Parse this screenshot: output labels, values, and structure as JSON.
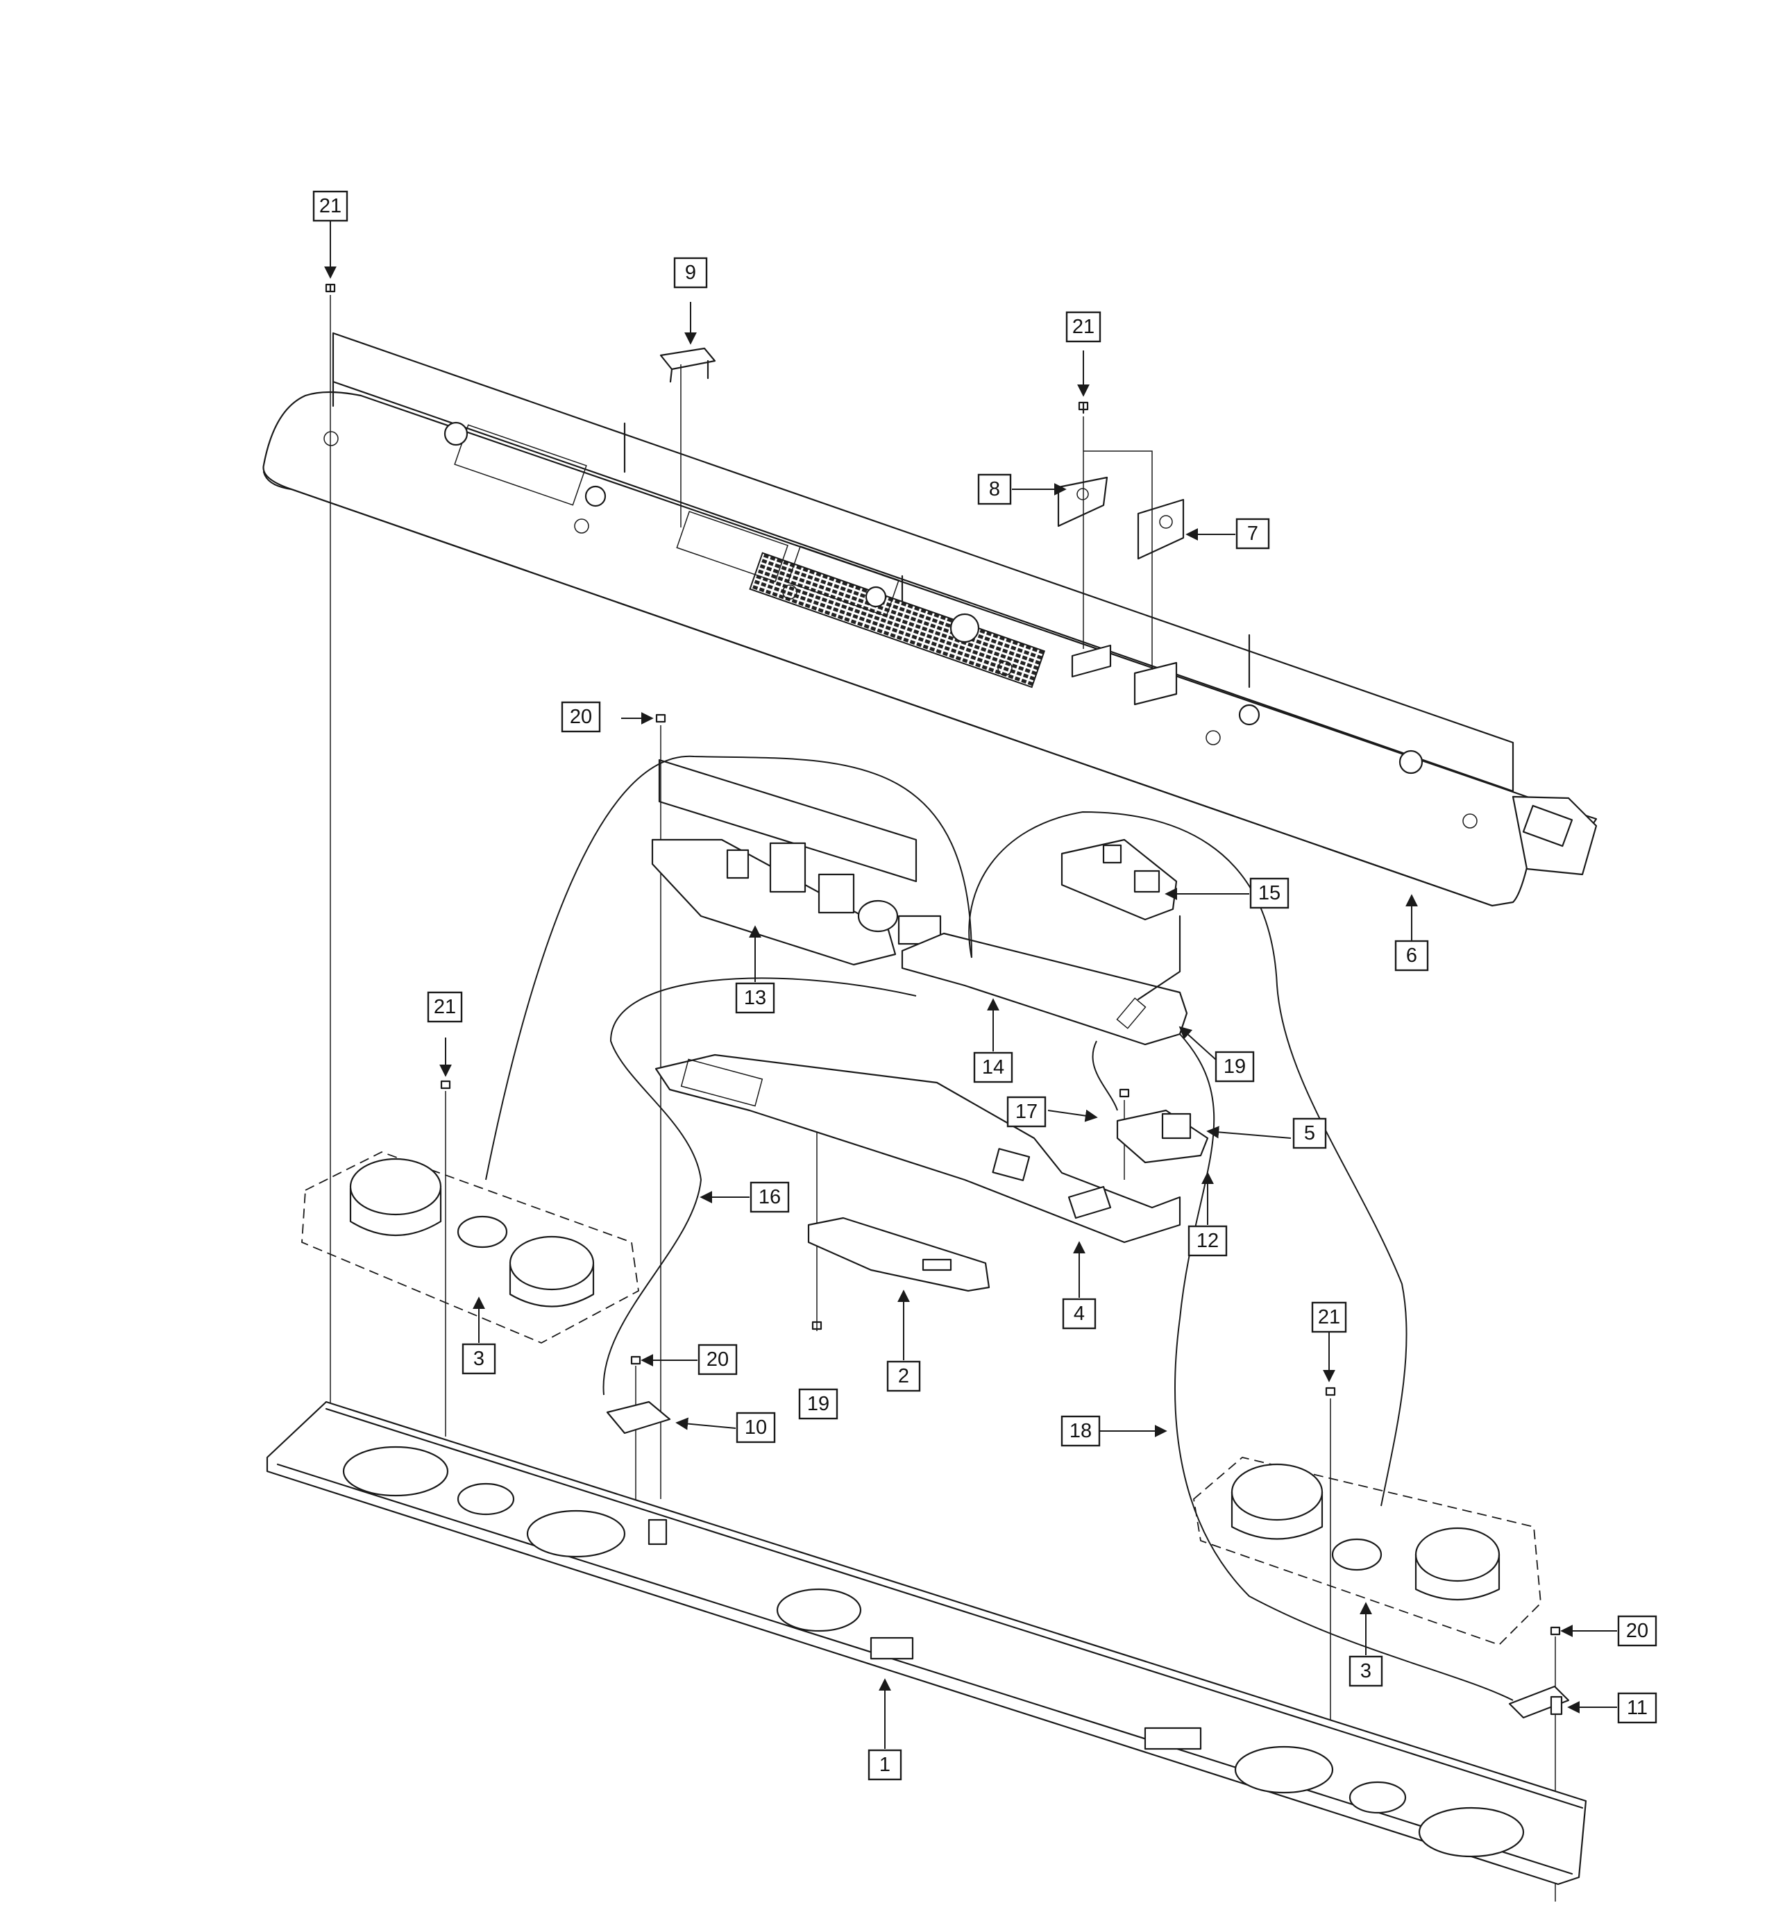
{
  "diagram": {
    "callouts": {
      "c21a": "21",
      "c9": "9",
      "c21b": "21",
      "c8": "8",
      "c7": "7",
      "c20a": "20",
      "c15": "15",
      "c6": "6",
      "c21c": "21",
      "c13": "13",
      "c19a": "19",
      "c14": "14",
      "c17": "17",
      "c5": "5",
      "c16": "16",
      "c12": "12",
      "c4": "4",
      "c3a": "3",
      "c20b": "20",
      "c10": "10",
      "c19b": "19",
      "c2": "2",
      "c21d": "21",
      "c18": "18",
      "c20c": "20",
      "c3b": "3",
      "c11": "11",
      "c1": "1"
    }
  }
}
